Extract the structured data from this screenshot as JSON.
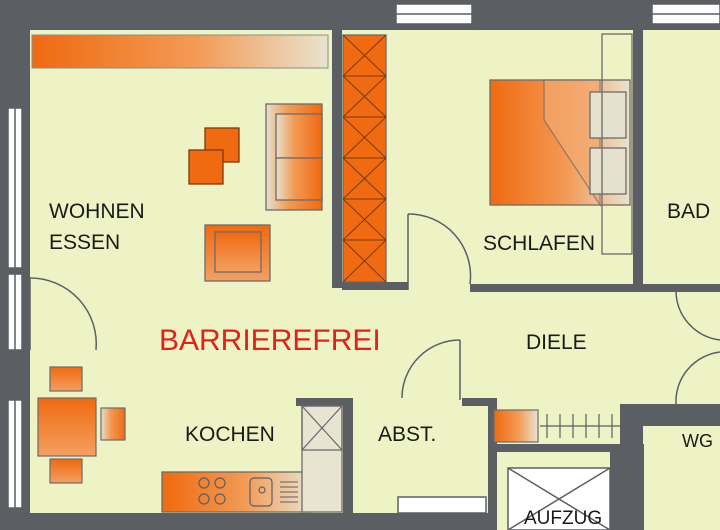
{
  "rooms": {
    "wohnen": "WOHNEN",
    "essen": "ESSEN",
    "schlafen": "SCHLAFEN",
    "bad": "BAD",
    "diele": "DIELE",
    "kochen": "KOCHEN",
    "abst": "ABST.",
    "wg": "WG",
    "aufzug": "AUFZUG"
  },
  "highlight": "BARRIEREFREI",
  "colors": {
    "floor": "#eef3c5",
    "wall": "#5b5f63",
    "accent": "#ef6a10",
    "highlight_text": "#e32119"
  }
}
